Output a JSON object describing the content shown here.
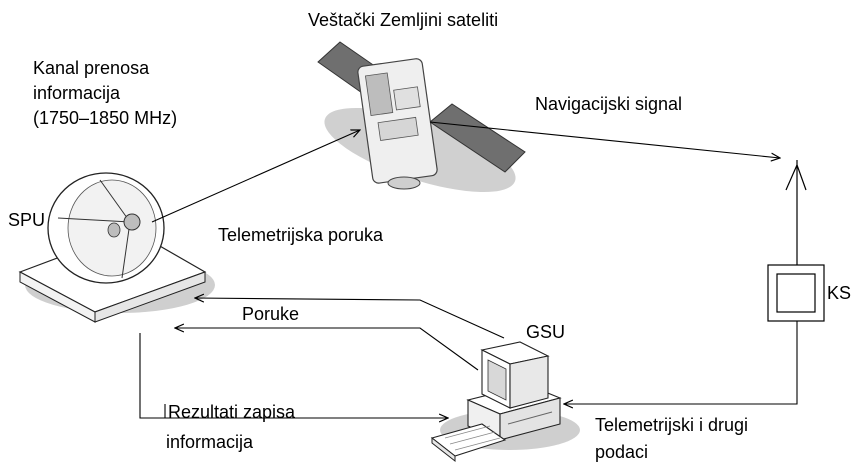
{
  "labels": {
    "satellite": "Veštački Zemljini sateliti",
    "channel_line1": "Kanal prenosa",
    "channel_line2": "informacija",
    "channel_line3": "(1750–1850 MHz)",
    "nav_signal": "Navigacijski signal",
    "spu": "SPU",
    "telemetry_message": "Telemetrijska poruka",
    "ks": "KS",
    "messages": "Poruke",
    "gsu": "GSU",
    "results_line1": "Rezultati zapisa",
    "results_line2": "informacija",
    "telemetry_data_line1": "Telemetrijski i drugi",
    "telemetry_data_line2": "podaci"
  },
  "colors": {
    "line": "#000000",
    "shadow": "#c8c8c8",
    "device_fill": "#ffffff",
    "device_gray": "#9a9a9a"
  }
}
